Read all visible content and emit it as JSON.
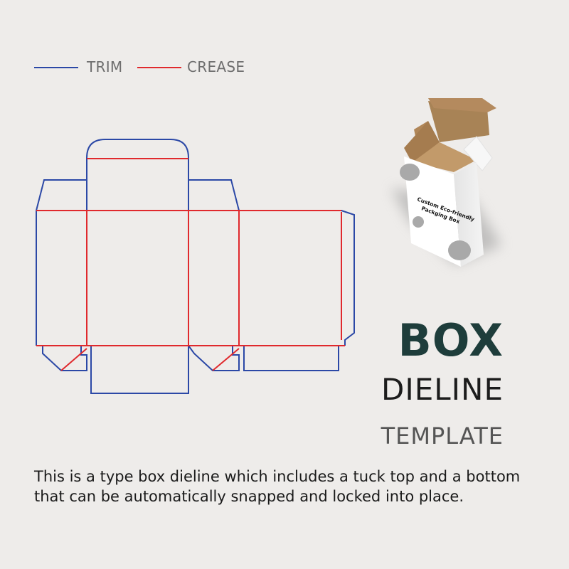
{
  "legend": {
    "trim": {
      "label": "TRIM",
      "color": "#2b48a6"
    },
    "crease": {
      "label": "CREASE",
      "color": "#e0292d"
    }
  },
  "title": {
    "line1": "BOX",
    "line2": "DIELINE",
    "line3": "TEMPLATE"
  },
  "description": "This is a type box dieline which includes a tuck top and a bottom that can be automatically snapped and locked into place.",
  "box_illustration": {
    "label_line1": "Custom Eco-friendly",
    "label_line2": "Packging Box"
  },
  "colors": {
    "background": "#eeecea",
    "kraft": "#b48a5e",
    "box_white": "#ffffff",
    "spot_gray": "#a9a9a9"
  }
}
